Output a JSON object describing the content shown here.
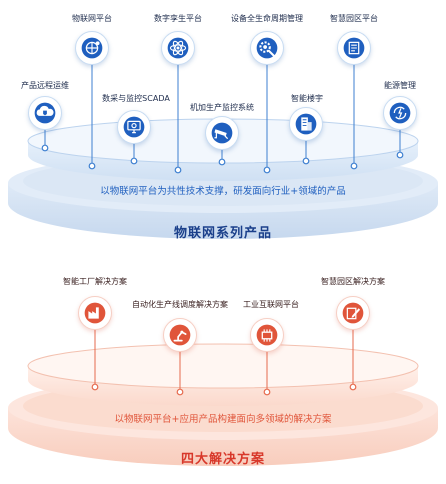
{
  "top_section": {
    "title": "物联网系列产品",
    "slogan": "以物联网平台为共性技术支撑，研发面向行业+领域的产品",
    "items": [
      {
        "label": "物联网平台",
        "icon": "globe-network-icon"
      },
      {
        "label": "数字孪生平台",
        "icon": "atom-icon"
      },
      {
        "label": "设备全生命周期管理",
        "icon": "gear-wrench-icon"
      },
      {
        "label": "智慧园区平台",
        "icon": "building-doc-icon"
      },
      {
        "label": "产品远程运维",
        "icon": "cloud-shield-icon"
      },
      {
        "label": "数采与监控SCADA",
        "icon": "monitor-gear-icon"
      },
      {
        "label": "机加生产监控系统",
        "icon": "cctv-camera-icon"
      },
      {
        "label": "智能楼宇",
        "icon": "office-building-icon"
      },
      {
        "label": "能源管理",
        "icon": "energy-recycle-icon"
      }
    ]
  },
  "bottom_section": {
    "title": "四大解决方案",
    "slogan": "以物联网平台+应用产品构建面向多领域的解决方案",
    "items": [
      {
        "label": "智能工厂解决方案",
        "icon": "factory-icon"
      },
      {
        "label": "自动化生产线调度解决方案",
        "icon": "robot-arm-icon"
      },
      {
        "label": "工业互联网平台",
        "icon": "circuit-chip-icon"
      },
      {
        "label": "智慧园区解决方案",
        "icon": "edit-pen-icon"
      }
    ]
  },
  "colors": {
    "blue_accent": "#1f5fbf",
    "blue_title": "#1a3f8a",
    "red_accent": "#e0553a",
    "red_title": "#d8382a"
  }
}
